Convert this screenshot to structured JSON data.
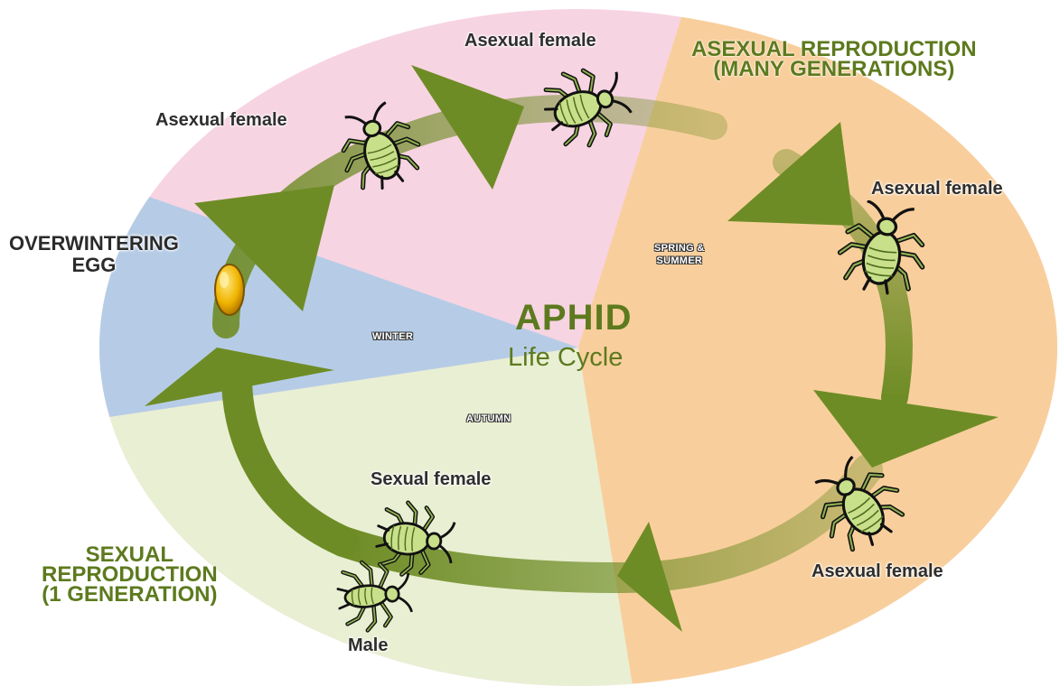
{
  "title": "APHID",
  "subtitle": "Life Cycle",
  "seasons": {
    "spring_summer_line1": "SPRING &",
    "spring_summer_line2": "SUMMER",
    "winter": "WINTER",
    "autumn": "AUTUMN"
  },
  "reproduction": {
    "asexual_line1": "ASEXUAL REPRODUCTION",
    "asexual_line2": "(MANY GENERATIONS)",
    "sexual_line1": "SEXUAL",
    "sexual_line2": "REPRODUCTION",
    "sexual_line3": "(1 GENERATION)"
  },
  "egg": {
    "line1": "OVERWINTERING",
    "line2": "EGG"
  },
  "stages": [
    {
      "label": "Asexual female"
    },
    {
      "label": "Asexual female"
    },
    {
      "label": "Asexual female"
    },
    {
      "label": "Asexual female"
    },
    {
      "label": "Sexual female"
    },
    {
      "label": "Male"
    }
  ],
  "colors": {
    "spring_summer_pink": "#f7d4e2",
    "summer_orange": "#f8cf9c",
    "winter_blue": "#b6cce6",
    "autumn_green": "#e9efd3",
    "arrow_green": "#6e8c25",
    "aphid_body": "#c8e08a",
    "egg_gold": "#f0b400"
  }
}
